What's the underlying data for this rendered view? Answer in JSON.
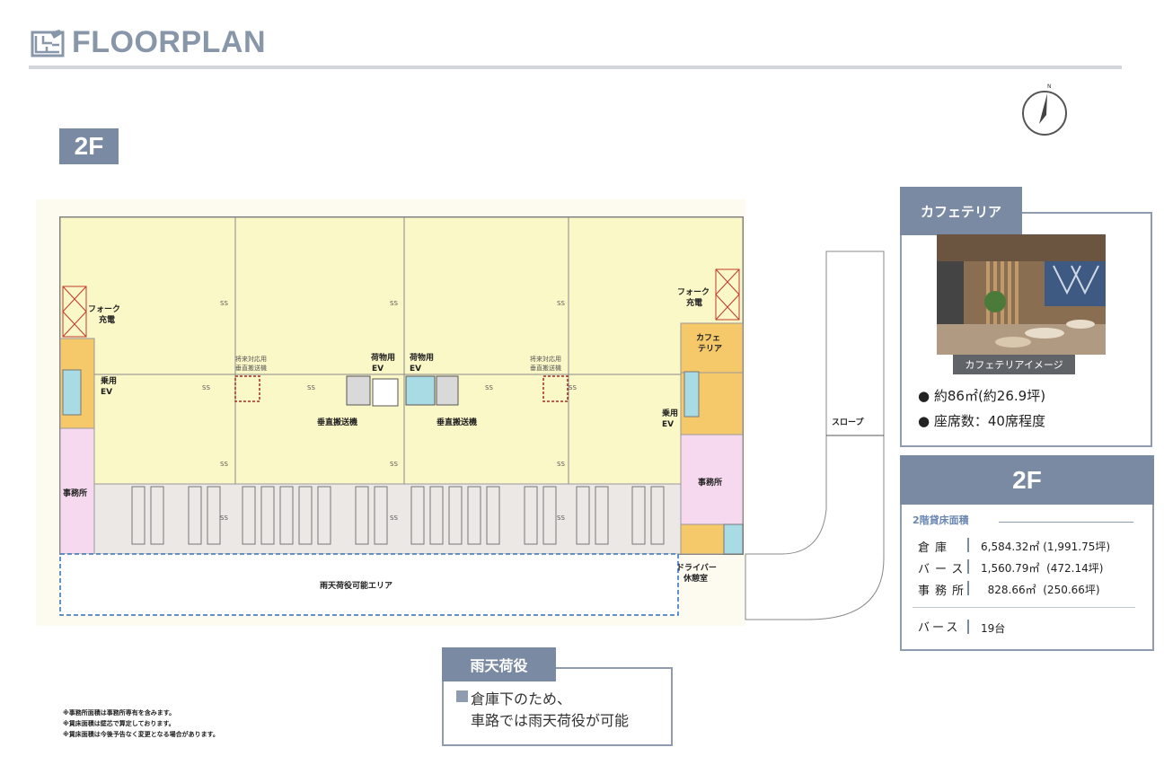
{
  "header": {
    "title": "FLOORPLAN",
    "icon": "floorplan-icon"
  },
  "compass": {
    "label": "N"
  },
  "floor": {
    "label": "2F"
  },
  "plan": {
    "labels": {
      "fork_charge_left": [
        "フォーク",
        "充電"
      ],
      "fork_charge_right": [
        "フォーク",
        "充電"
      ],
      "passenger_ev_left": [
        "乗用",
        "EV"
      ],
      "passenger_ev_right": [
        "乗用",
        "EV"
      ],
      "office_left": "事務所",
      "office_right": "事務所",
      "cargo_ev_left": [
        "荷物用",
        "EV"
      ],
      "cargo_ev_right": [
        "荷物用",
        "EV"
      ],
      "future_conveyor_left": [
        "将来対応用",
        "垂直搬送機"
      ],
      "future_conveyor_right": [
        "将来対応用",
        "垂直搬送機"
      ],
      "vertical_conveyor_left": "垂直搬送機",
      "vertical_conveyor_right": "垂直搬送機",
      "cafeteria": [
        "カフェ",
        "テリア"
      ],
      "slope": "スロープ",
      "rain_area": "雨天荷役可能エリア",
      "driver_rest": [
        "ドライバー",
        "休憩室"
      ],
      "ss": "SS"
    }
  },
  "cafeteria": {
    "tab": "カフェテリア",
    "caption": "カフェテリアイメージ",
    "lines": [
      "● 約86㎡(約26.9坪)",
      "● 座席数：40席程度"
    ]
  },
  "area": {
    "floor": "2F",
    "subtitle": "2階貸床面積",
    "rows": [
      {
        "label": "倉庫",
        "value": "6,584.32㎡ (1,991.75坪)"
      },
      {
        "label": "バース",
        "value": "1,560.79㎡  (472.14坪)"
      },
      {
        "label": "事務所",
        "value": "  828.66㎡  (250.66坪)"
      }
    ],
    "berth": {
      "label": "バース",
      "value": "19台"
    }
  },
  "rain": {
    "tab": "雨天荷役",
    "line1": "倉庫下のため、",
    "line2": "車路では雨天荷役が可能"
  },
  "notes": [
    "※事務所面積は事務所専有を含みます。",
    "※賃床面積は壁芯で算定しております。",
    "※賃床面積は今後予告なく変更となる場合があります。"
  ],
  "colors": {
    "accent": "#7a8aa2",
    "warehouse": "#fbf8c8",
    "office": "#f6d9ee",
    "cafeteria": "#f5c96a",
    "berth": "#ece8e6"
  }
}
